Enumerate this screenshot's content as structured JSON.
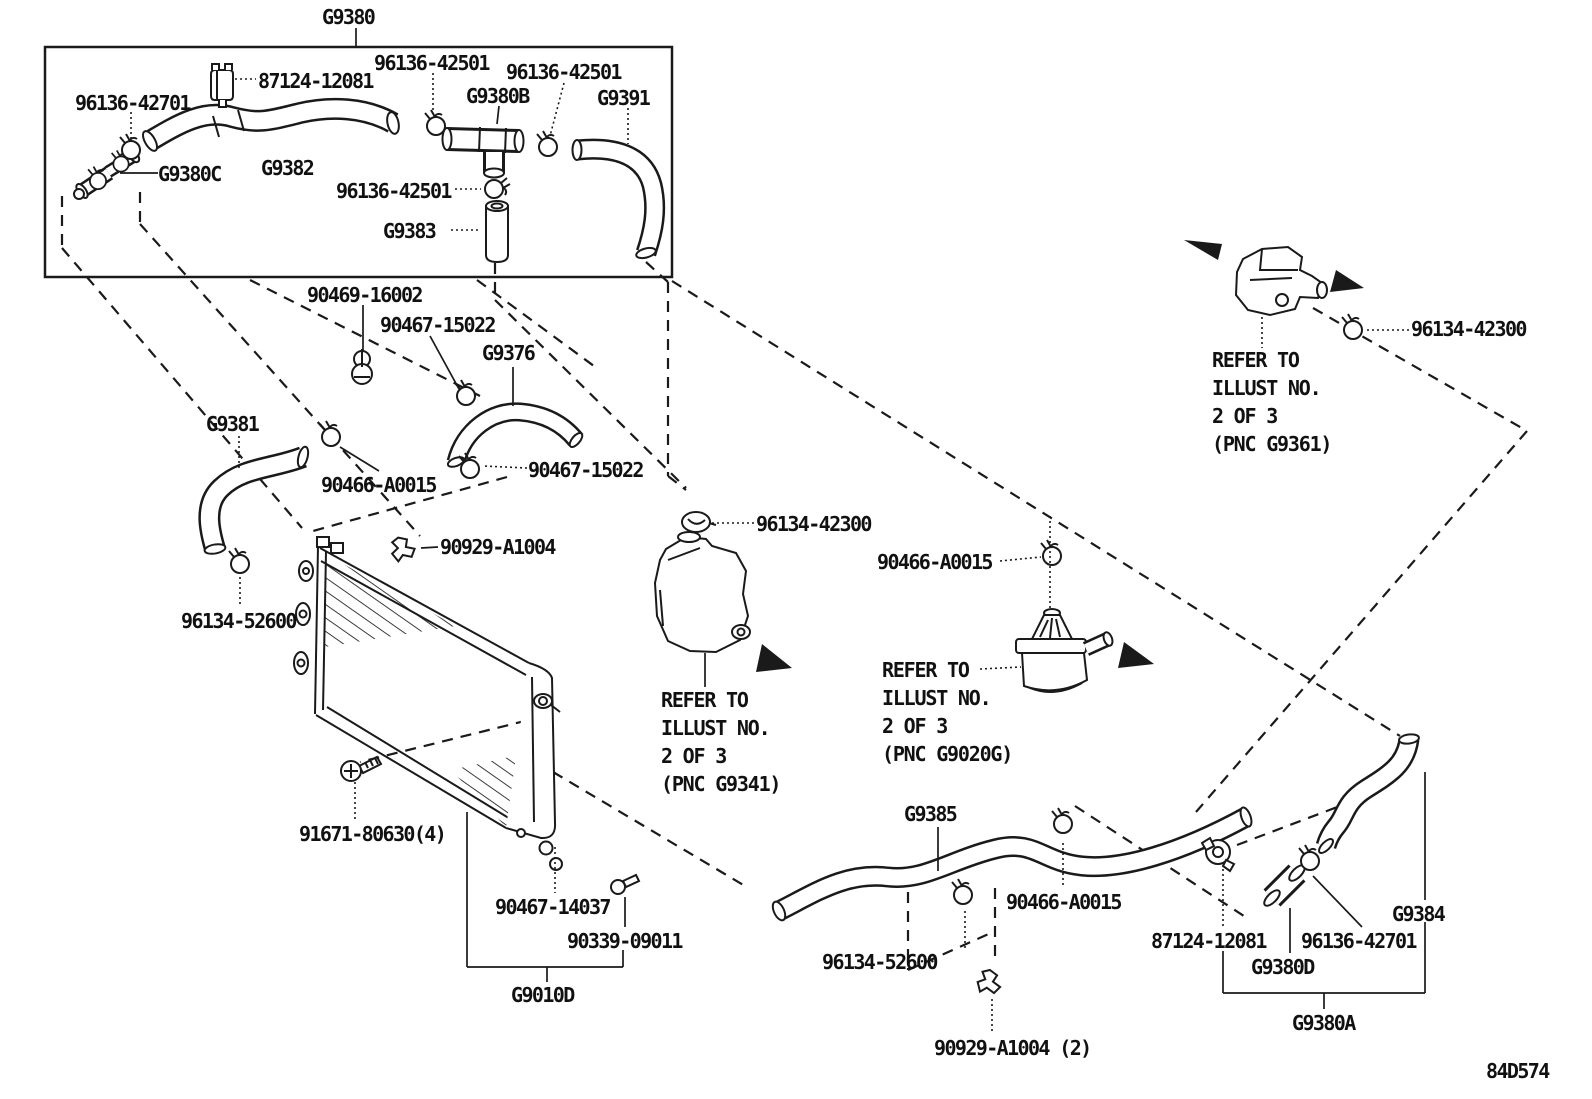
{
  "diagram": {
    "code": "84D574",
    "background": "#ffffff",
    "line_color": "#1a1a1a"
  },
  "labels": [
    {
      "id": "label-g9380",
      "text": "G9380"
    },
    {
      "id": "label-87124-12081-a",
      "text": "87124-12081"
    },
    {
      "id": "label-96136-42501-a",
      "text": "96136-42501"
    },
    {
      "id": "label-96136-42501-b",
      "text": "96136-42501"
    },
    {
      "id": "label-g9380b",
      "text": "G9380B"
    },
    {
      "id": "label-g9391",
      "text": "G9391"
    },
    {
      "id": "label-96136-42701-a",
      "text": "96136-42701"
    },
    {
      "id": "label-g9380c",
      "text": "G9380C"
    },
    {
      "id": "label-g9382",
      "text": "G9382"
    },
    {
      "id": "label-96136-42501-c",
      "text": "96136-42501"
    },
    {
      "id": "label-g9383",
      "text": "G9383"
    },
    {
      "id": "label-90469-16002",
      "text": "90469-16002"
    },
    {
      "id": "label-90467-15022-a",
      "text": "90467-15022"
    },
    {
      "id": "label-g9376",
      "text": "G9376"
    },
    {
      "id": "label-g9381",
      "text": "G9381"
    },
    {
      "id": "label-90466-a0015-a",
      "text": "90466-A0015"
    },
    {
      "id": "label-90467-15022-b",
      "text": "90467-15022"
    },
    {
      "id": "label-90929-a1004-a",
      "text": "90929-A1004"
    },
    {
      "id": "label-96134-52600-a",
      "text": "96134-52600"
    },
    {
      "id": "label-96134-42300-a",
      "text": "96134-42300"
    },
    {
      "id": "label-90466-a0015-b",
      "text": "90466-A0015"
    },
    {
      "id": "label-91671-80630",
      "text": "91671-80630(4)"
    },
    {
      "id": "label-90467-14037",
      "text": "90467-14037"
    },
    {
      "id": "label-90339-09011",
      "text": "90339-09011"
    },
    {
      "id": "label-g9010d",
      "text": "G9010D"
    },
    {
      "id": "label-96134-52600-b",
      "text": "96134-52600"
    },
    {
      "id": "label-g9385",
      "text": "G9385"
    },
    {
      "id": "label-90466-a0015-c",
      "text": "90466-A0015"
    },
    {
      "id": "label-90929-a1004-b",
      "text": "90929-A1004 (2)"
    },
    {
      "id": "label-96134-42300-b",
      "text": "96134-42300"
    },
    {
      "id": "label-87124-12081-b",
      "text": "87124-12081"
    },
    {
      "id": "label-96136-42701-b",
      "text": "96136-42701"
    },
    {
      "id": "label-g9380d",
      "text": "G9380D"
    },
    {
      "id": "label-g9384",
      "text": "G9384"
    },
    {
      "id": "label-g9380a",
      "text": "G9380A"
    }
  ],
  "notes": [
    {
      "id": "refer-g9341",
      "lines": [
        "REFER TO",
        "ILLUST NO.",
        "2 OF 3",
        "(PNC  G9341)"
      ]
    },
    {
      "id": "refer-g9020g",
      "lines": [
        "REFER TO",
        "ILLUST NO.",
        "2 OF 3",
        "(PNC  G9020G)"
      ]
    },
    {
      "id": "refer-g9361",
      "lines": [
        "REFER TO",
        "ILLUST NO.",
        "2 OF 3",
        "(PNC  G9361)"
      ]
    }
  ]
}
